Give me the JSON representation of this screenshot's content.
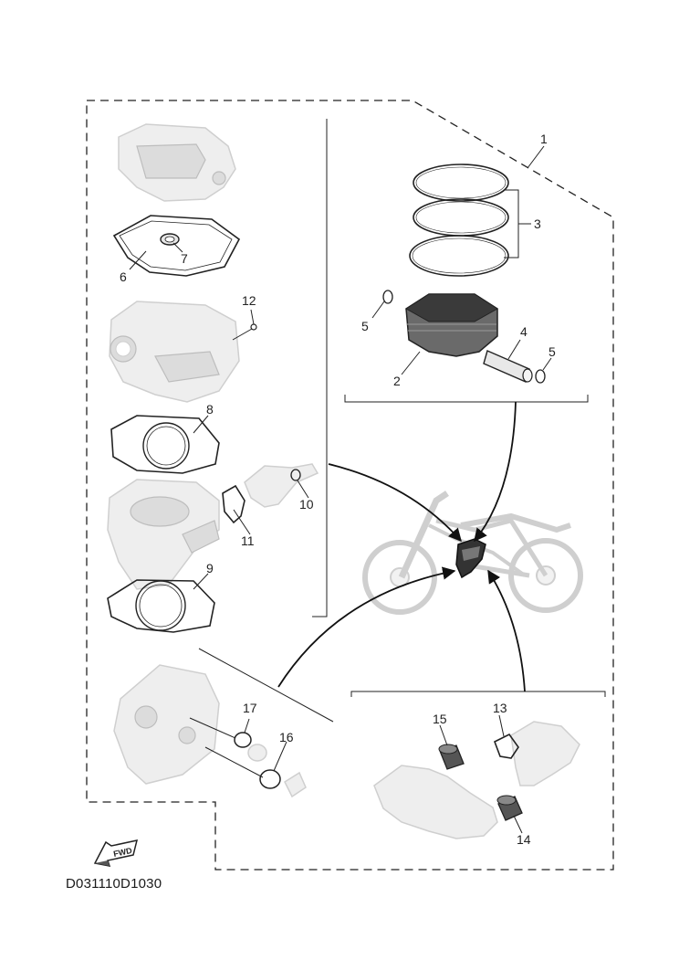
{
  "diagram_code": "D031110D1030",
  "fwd_label": "FWD",
  "callouts": {
    "c1": "1",
    "c2": "2",
    "c3": "3",
    "c4": "4",
    "c5a": "5",
    "c5b": "5",
    "c6": "6",
    "c7": "7",
    "c8": "8",
    "c9": "9",
    "c10": "10",
    "c11": "11",
    "c12": "12",
    "c13": "13",
    "c14": "14",
    "c15": "15",
    "c16": "16",
    "c17": "17"
  },
  "colors": {
    "line": "#222222",
    "part_fill": "#eeeeee",
    "part_edge": "#cfcfcf"
  }
}
